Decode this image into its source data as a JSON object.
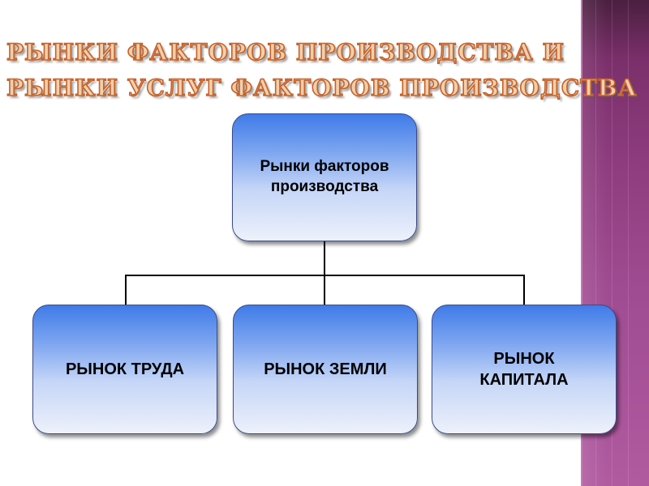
{
  "title": {
    "line1": "РЫНКИ ФАКТОРОВ ПРОИЗВОДСТВА И",
    "line2": "РЫНКИ УСЛУГ ФАКТОРОВ ПРОИЗВОДСТВА"
  },
  "diagram": {
    "root": {
      "label": "Рынки факторов производства"
    },
    "children": [
      {
        "label": "РЫНОК ТРУДА"
      },
      {
        "label": "РЫНОК ЗЕМЛИ"
      },
      {
        "label": "РЫНОК КАПИТАЛА"
      }
    ]
  },
  "colors": {
    "title_fill": "#f3cfa9",
    "title_outline": "#c4622c",
    "node_top": "#3f7be8",
    "node_bottom": "#edf1fb",
    "side_band": "#8f3d7f"
  }
}
